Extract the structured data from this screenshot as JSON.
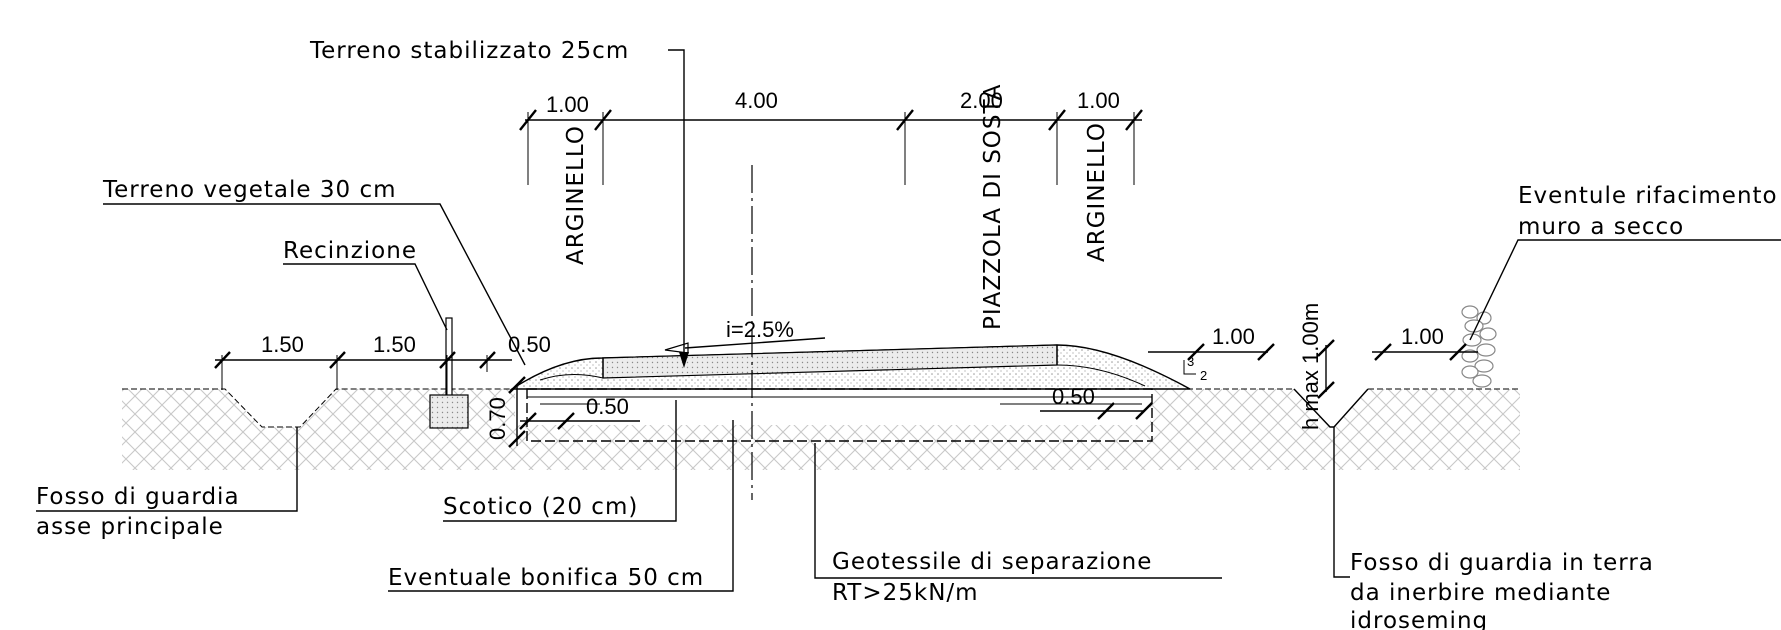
{
  "labels": {
    "terreno_stabilizzato": "Terreno stabilizzato   25cm",
    "terreno_vegetale": "Terreno vegetale 30 cm",
    "recinzione": "Recinzione",
    "arginello_left": "ARGINELLO",
    "piazzola": "PIAZZOLA DI SOSTA",
    "arginello_right": "ARGINELLO",
    "rifacimento_1": "Eventule rifacimento",
    "rifacimento_2": "muro a secco",
    "fosso_guardia_1": "Fosso di guardia",
    "fosso_guardia_2": "asse principale",
    "scotico": "Scotico (20 cm)",
    "bonifica": "Eventuale bonifica 50 cm",
    "geotessile_1": "Geotessile di separazione",
    "geotessile_2": "RT>25kN/m",
    "fosso_terra_1": "Fosso di guardia in terra",
    "fosso_terra_2": "da inerbire mediante",
    "fosso_terra_3": "idroseming"
  },
  "dimensions": {
    "top_arginello_l": "1.00",
    "top_carriageway": "4.00",
    "top_piazzola": "2.00",
    "top_arginello_r": "1.00",
    "ditch_left_a": "1.50",
    "ditch_left_b": "1.50",
    "verge_left": "0.50",
    "slope": "i=2.5%",
    "inner_left": "0.50",
    "inner_right": "0.50",
    "depth": "0.70",
    "right_shoulder": "1.00",
    "right_ditch_offset": "1.00",
    "h_max": "h max 1.00m",
    "slope_v": "3",
    "slope_h": "2"
  },
  "colors": {
    "line": "#000000",
    "hatch": "#c8c8c8",
    "fill_light": "#e8e8e8"
  }
}
